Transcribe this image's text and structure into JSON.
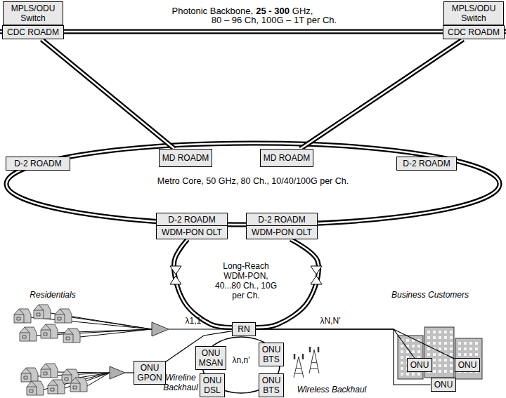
{
  "diagram": {
    "nodes": [
      {
        "text": [
          "MPLS/ODU Switch"
        ]
      },
      {
        "text": [
          "CDC ROADM"
        ]
      },
      {
        "text": [
          "MPLS/ODU Switch"
        ]
      },
      {
        "text": [
          "CDC ROADM"
        ]
      },
      {
        "text": [
          "MD ROADM"
        ]
      },
      {
        "text": [
          "MD ROADM"
        ]
      },
      {
        "text": [
          "D-2 ROADM"
        ]
      },
      {
        "text": [
          "D-2 ROADM"
        ]
      },
      {
        "text": [
          "D-2 ROADM"
        ]
      },
      {
        "text": [
          "WDM-PON OLT"
        ]
      },
      {
        "text": [
          "D-2 ROADM"
        ]
      },
      {
        "text": [
          "WDM-PON OLT"
        ]
      },
      {
        "text": [
          "RN"
        ]
      },
      {
        "text": [
          "ONU GPON"
        ]
      },
      {
        "text": [
          "ONU MSAN"
        ]
      },
      {
        "text": [
          "ONU BTS"
        ]
      },
      {
        "text": [
          "ONU DSL"
        ]
      },
      {
        "text": [
          "ONU BTS"
        ]
      },
      {
        "text": [
          "ONU"
        ]
      },
      {
        "text": [
          "ONU"
        ]
      },
      {
        "text": [
          "ONU"
        ]
      }
    ],
    "edges": [
      {
        "from": 1,
        "to": 4,
        "arrow": "none"
      },
      {
        "from": 3,
        "to": 5,
        "arrow": "none"
      },
      {
        "from": 9,
        "to": 12,
        "arrow": "none"
      },
      {
        "from": 11,
        "to": 12,
        "arrow": "none"
      },
      {
        "from": 12,
        "to": 13,
        "arrow": "none"
      },
      {
        "from": 12,
        "to": 18,
        "arrow": "none"
      },
      {
        "from": 12,
        "to": 19,
        "arrow": "none"
      },
      {
        "from": 12,
        "to": 20,
        "arrow": "none"
      }
    ],
    "labels": [
      "Photonic Backbone,",
      "25 - 300",
      "GHz,",
      "80 – 96 Ch, 100G – 1T per Ch.",
      "Metro Core, 50 GHz, 80 Ch., 10/40/100G per Ch.",
      "Long-Reach WDM-PON, 40...80 Ch., 10G per Ch.",
      "Residentials",
      "Business Customers",
      "λ1,1'",
      "λN,N'",
      "λn,n'",
      "Wireline Backhaul",
      "Wireless Backhaul"
    ]
  }
}
